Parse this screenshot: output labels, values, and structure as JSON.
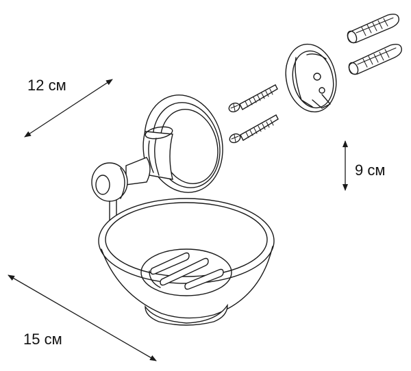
{
  "dimensions": {
    "depth": "12 см",
    "height": "9 см",
    "width": "15 см"
  },
  "colors": {
    "line": "#1a1a1a",
    "background": "#ffffff"
  },
  "parts": {
    "anchors": [
      "wall-plug-top",
      "wall-plug-bottom"
    ],
    "screws": [
      "screw-top",
      "screw-bottom"
    ],
    "bracket": "wall-mount-plate",
    "holder": "soap-dish-holder",
    "dish": "soap-dish"
  }
}
